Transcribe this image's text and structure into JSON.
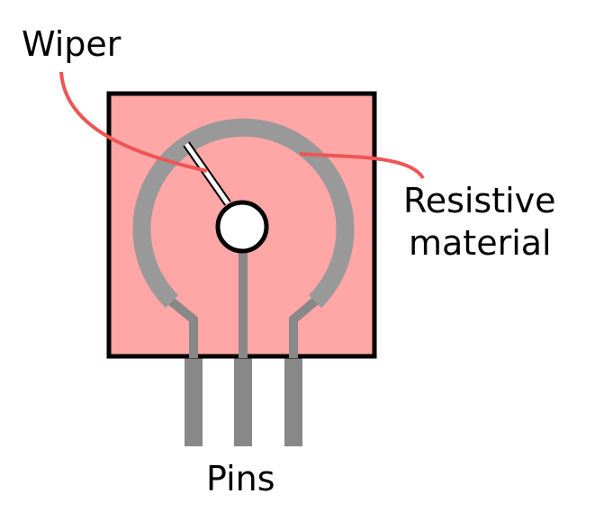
{
  "diagram": {
    "title": "Potentiometer",
    "labels": {
      "wiper": "Wiper",
      "resistive_line1": "Resistive",
      "resistive_line2": "material",
      "pins": "Pins"
    },
    "colors": {
      "body_fill": "#ffa6a6",
      "body_stroke": "#000000",
      "track": "#999999",
      "trace": "#888888",
      "pointer": "#ee5555",
      "knob": "#ffffff"
    }
  }
}
